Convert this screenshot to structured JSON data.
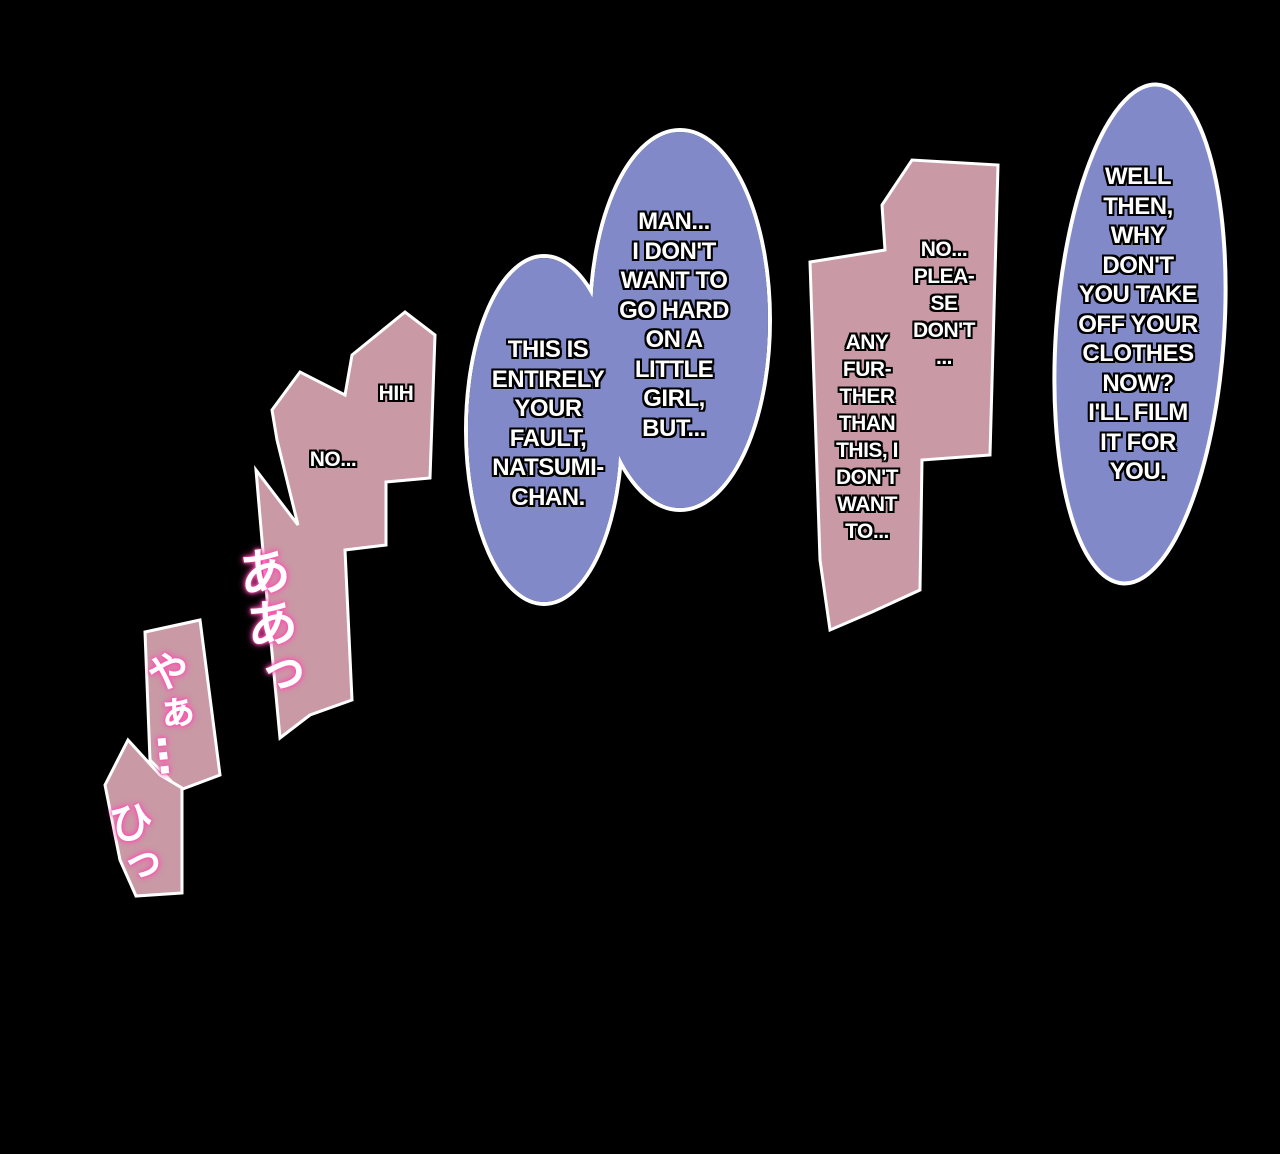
{
  "colors": {
    "pink_bubble": "#c99aa5",
    "blue_bubble": "#8189c9",
    "sfx_glow": "#ff4fb0"
  },
  "bubbles": {
    "hih": "HIH",
    "no": "NO...",
    "fault": "THIS IS\nENTIRELY\nYOUR\nFAULT,\nNATSUMI-\nCHAN.",
    "man": "MAN...\nI DON'T\nWANT TO\nGO HARD\nON A\nLITTLE\nGIRL,\nBUT...",
    "further": "ANY\nFUR-\nTHER\nTHAN\nTHIS, I\nDON'T\nWANT\nTO...",
    "please": "NO...\nPLEA-\nSE\nDON'T\n...",
    "well_then": "WELL\nTHEN,\nWHY\nDON'T\nYOU TAKE\nOFF YOUR\nCLOTHES\nNOW?\nI'LL FILM\nIT FOR\nYOU."
  },
  "sfx": {
    "aa": "ああっ",
    "yaa": "やぁ…",
    "hi": "ひっ"
  }
}
